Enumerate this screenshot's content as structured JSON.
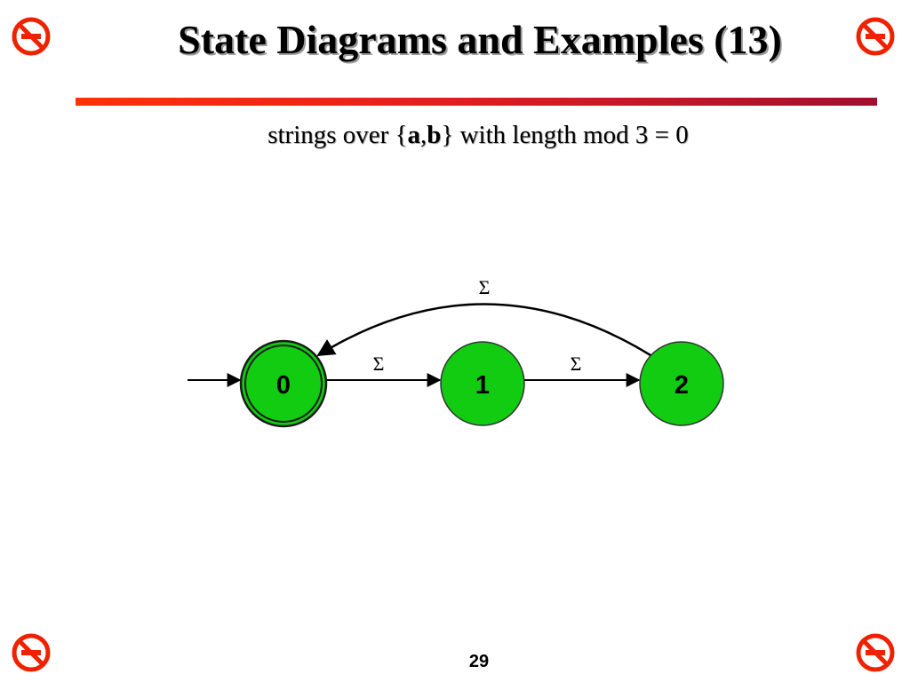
{
  "slide": {
    "title": "State Diagrams and Examples (13)",
    "subtitle_prefix": "strings over {",
    "subtitle_a": "a",
    "subtitle_comma": ",",
    "subtitle_b": "b",
    "subtitle_suffix": "} with length mod 3 = 0",
    "page_number": "29",
    "corner_icon": "no-smoking-icon"
  },
  "diagram": {
    "states": [
      {
        "label": "0",
        "start": true,
        "accepting": true
      },
      {
        "label": "1",
        "start": false,
        "accepting": false
      },
      {
        "label": "2",
        "start": false,
        "accepting": false
      }
    ],
    "transitions": [
      {
        "from": "0",
        "to": "1",
        "label": "Σ"
      },
      {
        "from": "1",
        "to": "2",
        "label": "Σ"
      },
      {
        "from": "2",
        "to": "0",
        "label": "Σ"
      }
    ],
    "colors": {
      "state_fill": "#11cc11",
      "state_stroke": "#1a1a1a",
      "edge": "#000000",
      "rule_start": "#ff3300",
      "rule_end": "#a0102e",
      "icon_red": "#ee2200"
    }
  }
}
